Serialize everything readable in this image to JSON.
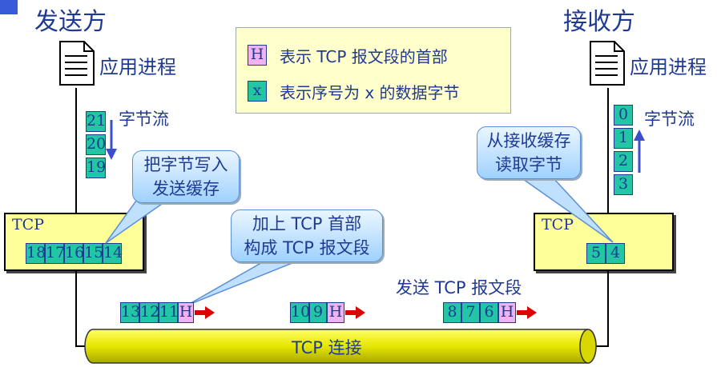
{
  "sender": {
    "title": "发送方",
    "process": "应用进程"
  },
  "receiver": {
    "title": "接收方",
    "process": "应用进程"
  },
  "legend": {
    "h_symbol": "H",
    "h_text": "表示 TCP 报文段的首部",
    "x_symbol": "x",
    "x_text": "表示序号为 x 的数据字节"
  },
  "sender_stream": {
    "label": "字节流",
    "bytes": [
      "21",
      "20",
      "19"
    ]
  },
  "receiver_stream": {
    "label": "字节流",
    "bytes": [
      "0",
      "1",
      "2",
      "3"
    ]
  },
  "bubbles": {
    "write": [
      "把字节写入",
      "发送缓存"
    ],
    "header": [
      "加上 TCP 首部",
      "构成 TCP 报文段"
    ],
    "read": [
      "从接收缓存",
      "读取字节"
    ]
  },
  "sender_tcp": {
    "label": "TCP",
    "buffer": [
      "18",
      "17",
      "16",
      "15",
      "14"
    ]
  },
  "receiver_tcp": {
    "label": "TCP",
    "buffer": [
      "5",
      "4"
    ]
  },
  "send_label": "发送 TCP 报文段",
  "segments": [
    {
      "bytes": [
        "13",
        "12",
        "11"
      ],
      "header": "H"
    },
    {
      "bytes": [
        "10",
        "9"
      ],
      "header": "H"
    },
    {
      "bytes": [
        "8",
        "7",
        "6"
      ],
      "header": "H"
    }
  ],
  "connection_label": "TCP 连接",
  "colors": {
    "text": "#1f3a93",
    "byte": "#22c6a5",
    "header": "#f0b3f0",
    "tcp_box": "#ffff99",
    "pipe": "#e6e600",
    "arrow": "#dd0000"
  }
}
